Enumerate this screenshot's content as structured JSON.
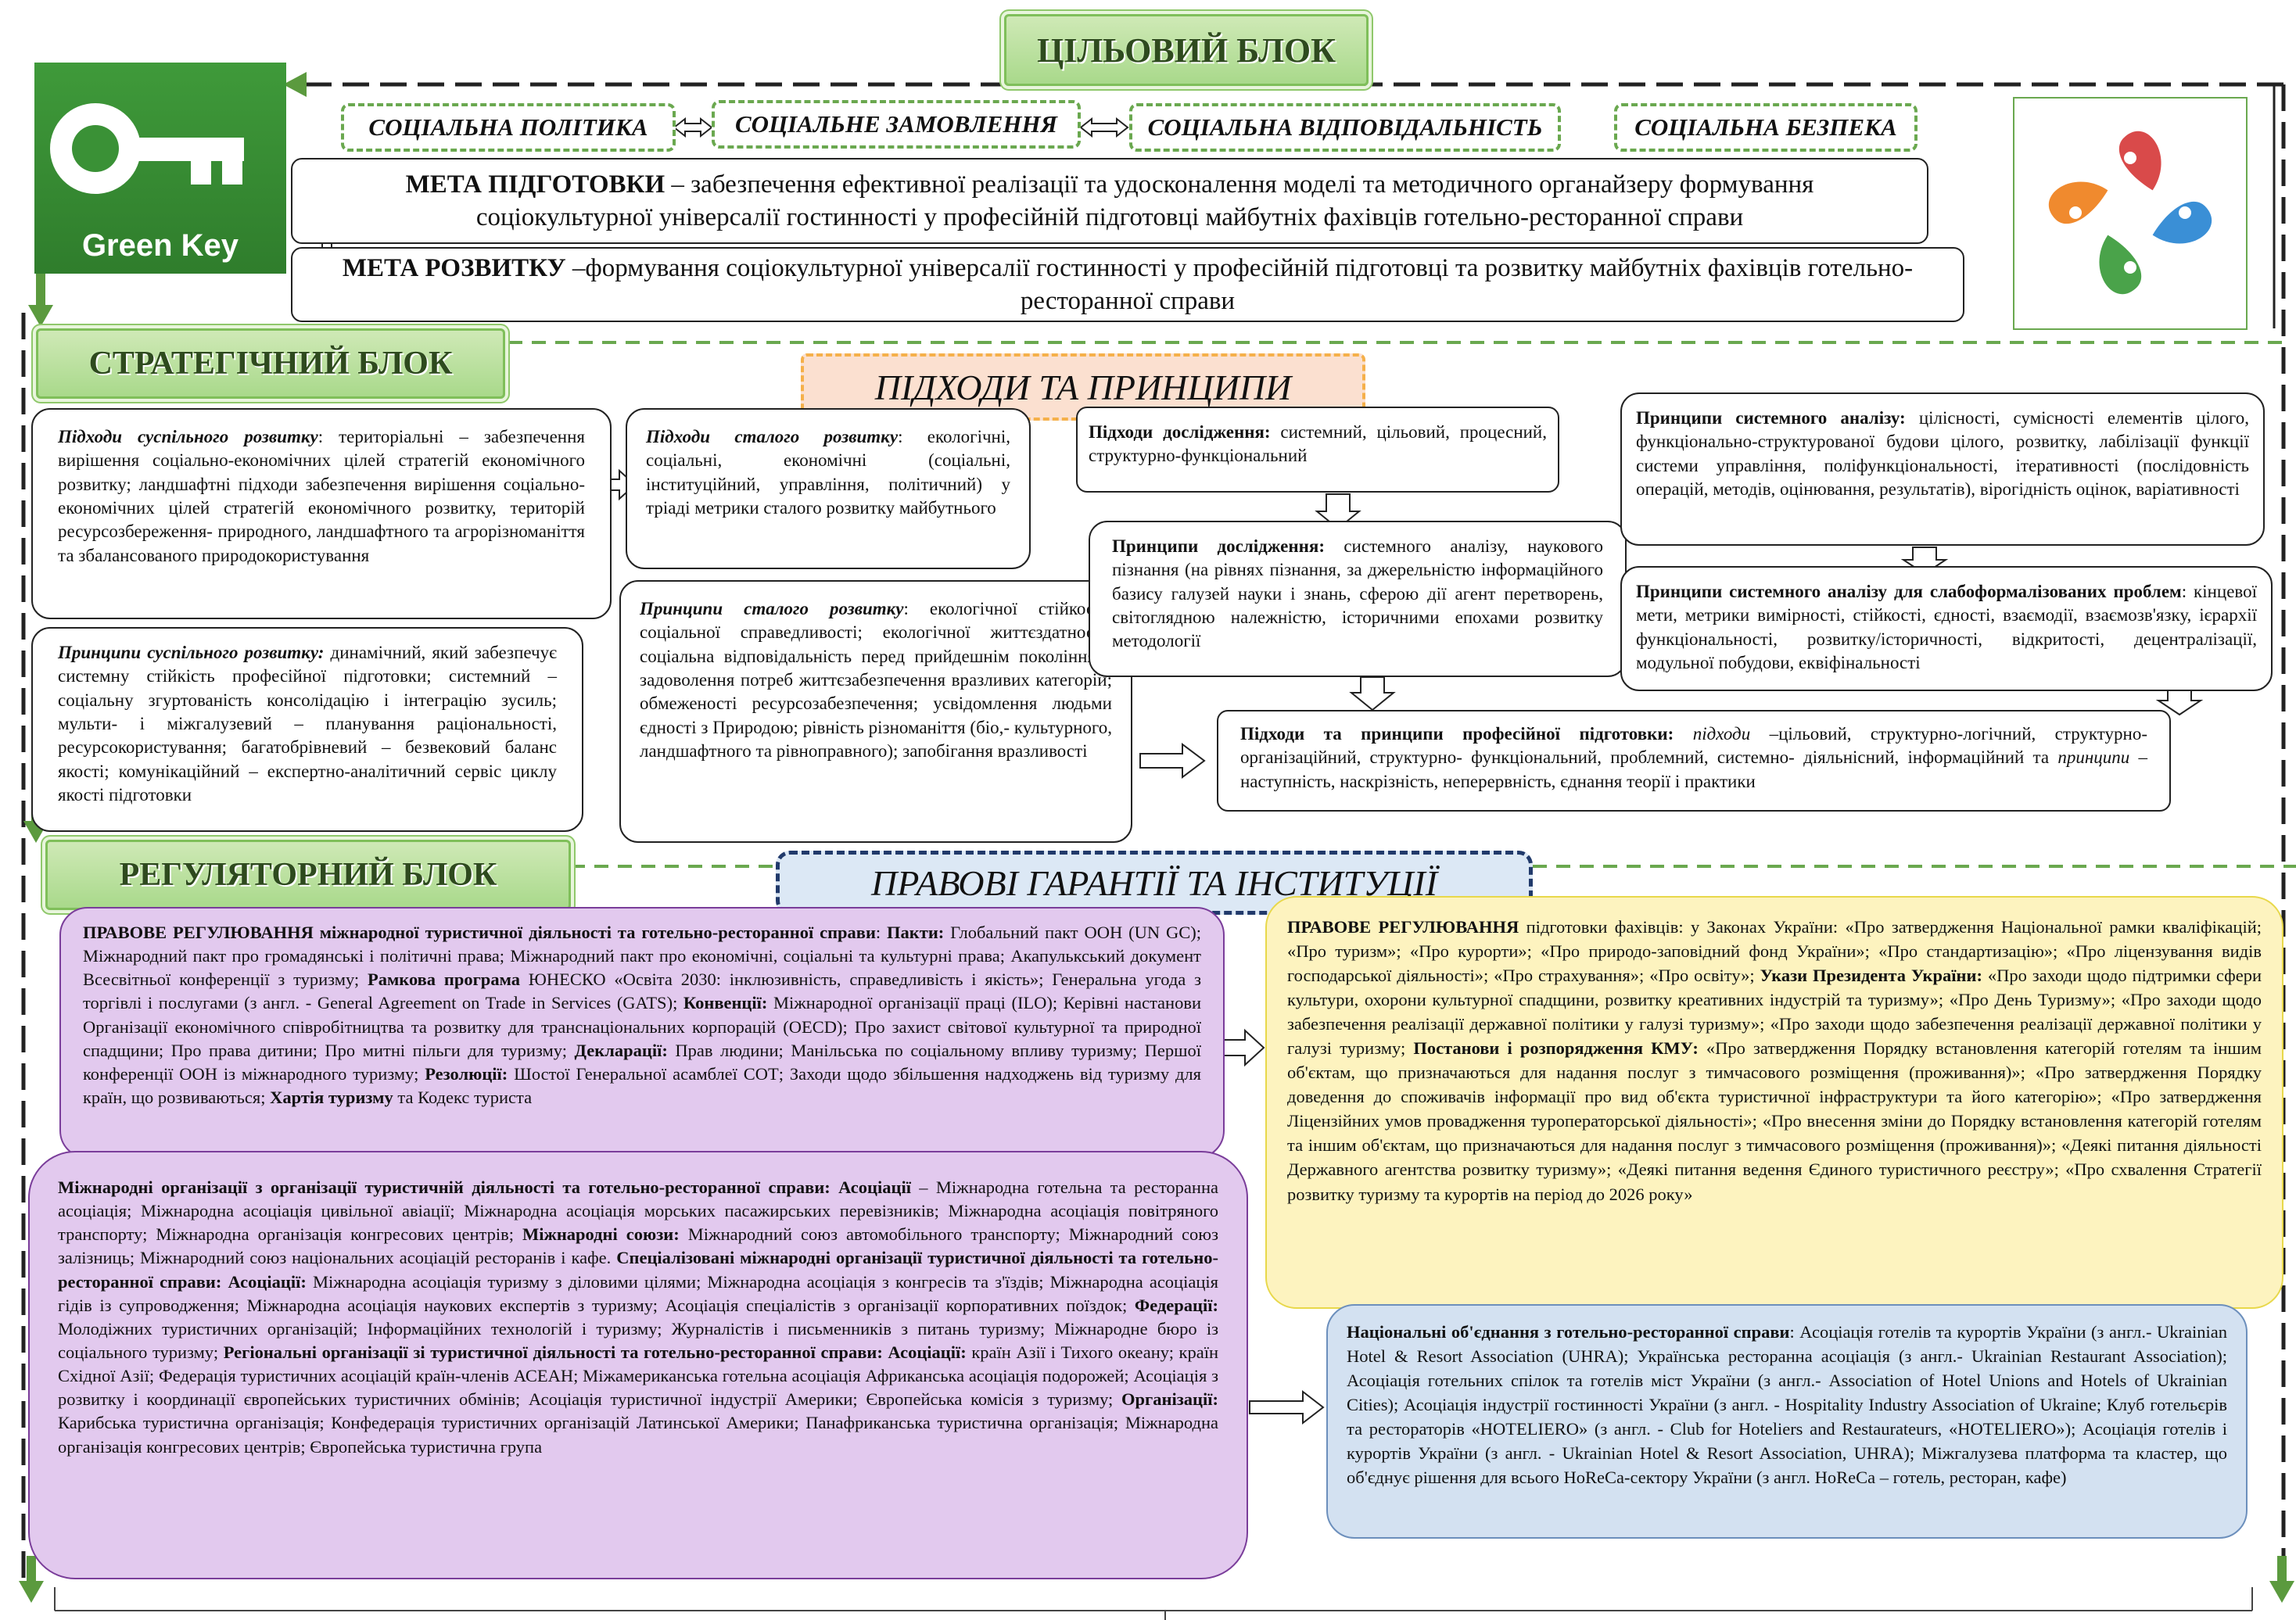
{
  "target_block": {
    "title": "ЦІЛЬОВИЙ БЛОК"
  },
  "logo": {
    "text": "Green Key"
  },
  "social_tags": [
    "СОЦІАЛЬНА ПОЛІТИКА",
    "СОЦІАЛЬНЕ ЗАМОВЛЕННЯ",
    "СОЦІАЛЬНА ВІДПОВІДАЛЬНІСТЬ",
    "СОЦІАЛЬНА БЕЗПЕКА"
  ],
  "goals": {
    "training": {
      "title": "МЕТА ПІДГОТОВКИ",
      "text": " – забезпечення ефективної реалізації та удосконалення моделі та методичного органайзеру формування соціокультурної універсалії гостинності у професійній підготовці майбутніх фахівців готельно-ресторанної справи"
    },
    "development": {
      "title": "МЕТА РОЗВИТКУ",
      "text": " –формування соціокультурної універсалії гостинності у професійній підготовці та розвитку майбутніх фахівців готельно-ресторанної справи"
    }
  },
  "strategic_block": {
    "title": "СТРАТЕГІЧНИЙ БЛОК",
    "approaches_header": "ПІДХОДИ ТА ПРИНЦИПИ",
    "social_dev_approaches": {
      "title": "Підходи суспільного розвитку",
      "text": ": територіальні – забезпечення вирішення соціально-економічних цілей стратегій економічного розвитку; ландшафтні підходи забезпечення вирішення соціально-економічних цілей стратегій економічного розвитку, територій ресурсозбереження- природного, ландшафтного та агрорізноманіття та збалансованого природокористування"
    },
    "social_dev_principles": {
      "title": "Принципи суспільного розвитку:",
      "text": " динамічний, який забезпечує системну стійкість професійної підготовки; системний – соціальну згуртованість консолідацію і інтеграцію зусиль; мульти- і міжгалузевий – планування раціональності, ресурсокористування; багатобрівневий – безвековий баланс якості; комунікаційний – експертно-аналітичний сервіс циклу якості підготовки"
    },
    "sustainable_approaches": {
      "title": "Підходи сталого розвитку",
      "text": ": екологічні, соціальні, економічні (соціальні, інституційний, управління, політичний) у тріаді метрики сталого розвитку майбутнього"
    },
    "sustainable_principles": {
      "title": "Принципи сталого розвитку",
      "text": ": екологічної стійкості; соціальної справедливості; екологічної життєздатності; соціальна відповідальність перед прийдешнім поколінням; задоволення потреб життєзабезпечення вразливих категорій; обмеженості ресурсозабезпечення; усвідомлення людьми єдності з Природою; рівність різноманіття (біо,- культурного, ландшафтного та рівноправного); запобігання вразливості"
    },
    "research_approaches": {
      "title": "Підходи дослідження:",
      "text": " системний, цільовий, процесний, структурно-функціональний"
    },
    "research_principles": {
      "title": "Принципи дослідження:",
      "text": " системного аналізу, наукового пізнання (на рівнях пізнання, за джерельністю інформаційного базису галузей науки і знань, сферою дії агент перетворень, світоглядною належністю, історичними епохами розвитку методології"
    },
    "system_analysis": {
      "title": "Принципи системного аналізу:",
      "text": " цілісності, сумісності елементів цілого, функціонально-структурованої будови цілого, розвитку, лабілізації функції системи управління, поліфункціональності, ітеративності (послідовність операцій, методів, оцінювання, результатів), вірогідність оцінок, варіативності"
    },
    "weak_formalized": {
      "title": "Принципи системного аналізу для слабоформалізованих проблем",
      "text": ": кінцевої мети, метрики вимірності, стійкості, єдності, взаємодії, взаємозв'язку, ієрархії функціональності, розвитку/історичності, відкритості, децентралізації, модульної побудови, еквіфінальності"
    },
    "professional": {
      "title": "Підходи та принципи професійної підготовки:",
      "approaches_label": "підходи",
      "approaches_text": " –цільовий, структурно-логічний, структурно-організаційний, структурно- функціональний, проблемний, системно- діяльнісний, інформаційний та ",
      "principles_label": "принципи",
      "principles_text": " –наступність, наскрізність, неперервність, єднання теорії і практики"
    }
  },
  "regulatory_block": {
    "title": "РЕГУЛЯТОРНИЙ БЛОК",
    "guarantees_header": "ПРАВОВІ ГАРАНТІЇ ТА ІНСТИТУЦІЇ",
    "intl_regulation": {
      "t1": "ПРАВОВЕ РЕГУЛЮВАННЯ міжнародної туристичної діяльності та готельно-ресторанної справи",
      "t2": ": ",
      "t3": "Пакти:",
      "t4": " Глобальний пакт ООН (UN GC); Міжнародний пакт про громадянські і політичні права; Міжнародний пакт про економічні, соціальні та культурні права; Акапулькський документ Всесвітньої конференції з туризму; ",
      "t5": "Рамкова програма",
      "t6": " ЮНЕСКО «Освіта 2030: інклюзивність, справедливість і якість»; Генеральна угода з торгівлі і послугами (з англ. - General Agreement on Trade in Services (GATS); ",
      "t7": "Конвенції:",
      "t8": " Міжнародної організації праці (ILO); Керівні настанови Організації економічного співробітництва та розвитку для транснаціональних корпорацій (OECD); Про захист світової культурної та природної спадщини; Про права дитини; Про митні пільги для туризму; ",
      "t9": "Декларації:",
      "t10": " Прав людини; Манільська по соціальному впливу туризму; Першої конференції ООН із міжнародного туризму; ",
      "t11": "Резолюції:",
      "t12": " Шостої Генеральної асамблеї СОТ; Заходи щодо збільшення надходжень від туризму для країн, що розвиваються; ",
      "t13": "Хартія туризму",
      "t14": " та Кодекс туриста"
    },
    "intl_orgs": {
      "t1": "Міжнародні організації з організації туристичній діяльності та готельно-ресторанної справи: Асоціації",
      "t2": " – Міжнародна готельна та ресторанна асоціація; Міжнародна асоціація цивільної авіації; Міжнародна асоціація морських пасажирських перевізників; Міжнародна асоціація повітряного транспорту; Міжнародна організація конгресових центрів; ",
      "t3": "Міжнародні союзи:",
      "t4": " Міжнародний союз автомобільного транспорту; Міжнародний союз залізниць; Міжнародний союз національних асоціацій ресторанів і кафе. ",
      "t5": "Спеціалізовані міжнародні організації туристичної діяльності та готельно-ресторанної справи: Асоціації:",
      "t6": " Міжнародна асоціація туризму з діловими цілями; Міжнародна асоціація з конгресів та з'їздів; Міжнародна асоціація гідів із супроводження; Міжнародна асоціація наукових експертів з туризму; Асоціація спеціалістів з організації корпоративних поїздок; ",
      "t7": "Федерації:",
      "t8": " Молодіжних туристичних організацій; Інформаційних технологій і туризму; Журналістів і письменників з питань туризму; Міжнародне бюро із соціального туризму; ",
      "t9": "Регіональні організації зі туристичної діяльності та готельно-ресторанної справи: Асоціації:",
      "t10": " країн Азії і Тихого океану; країн Східної Азії; Федерація туристичних асоціацій країн-членів АСЕАН; Міжамериканська готельна асоціація Африканська асоціація подорожей; Асоціація з розвитку і координації європейських туристичних обмінів; Асоціація туристичної індустрії Америки; Європейська комісія з туризму; ",
      "t11": "Організації:",
      "t12": " Карибська туристична організація; Конфедерація туристичних організацій Латинської Америки; Панафриканська туристична організація; Міжнародна організація конгресових центрів; Європейська туристична група"
    },
    "national_regulation": {
      "t1": "ПРАВОВЕ РЕГУЛЮВАННЯ",
      "t2": " підготовки фахівців: у Законах України: «Про затвердження Національної рамки кваліфікацій; «Про туризм»; «Про курорти»; «Про природо-заповідний фонд України»; «Про стандартизацію»; «Про ліцензування видів господарської діяльності»; «Про страхування»; «Про освіту»; ",
      "t3": "Укази Президента України:",
      "t4": " «Про заходи щодо підтримки сфери культури, охорони культурної спадщини, розвитку креативних індустрій та туризму»; «Про День Туризму»; «Про заходи щодо забезпечення реалізації державної політики у галузі туризму»; «Про заходи щодо забезпечення реалізації державної політики у галузі туризму; ",
      "t5": "Постанови і розпорядження КМУ:",
      "t6": " «Про затвердження Порядку встановлення категорій готелям та іншим об'єктам, що призначаються для надання послуг з тимчасового розміщення (проживання)»; «Про затвердження Порядку доведення до споживачів інформації про вид об'єкта туристичної інфраструктури та його категорію»; «Про затвердження Ліцензійних умов провадження туроператорської діяльності»; «Про внесення зміни до Порядку встановлення категорій готелям та іншим об'єктам, що призначаються для надання послуг з тимчасового розміщення (проживання)»; «Деякі питання діяльності Державного агентства розвитку туризму»; «Деякі питання ведення Єдиного туристичного реєстру»; «Про схвалення Стратегії розвитку туризму та курортів на період до 2026 року»"
    },
    "national_assoc": {
      "t1": "Національні об'єднання з готельно-ресторанної справи",
      "t2": ": Асоціація готелів та курортів України (з англ.- Ukrainian Hotel & Resort Association (UHRA); Українська ресторанна асоціація (з англ.- Ukrainian Restaurant Association); Асоціація готельних спілок та готелів міст України (з англ.- Association of Hotel Unions and Hotels of Ukrainian Cities); Асоціація індустрії гостинності України (з англ. - Hospitality Industry Association of Ukraine; Клуб готельєрів та рестораторів «HOTELIERO» (з англ. - Club for Hoteliers and Restaurateurs, «HOTELIERO»); Асоціація готелів і курортів України (з англ. - Ukrainian Hotel & Resort Association, UHRA); Міжгалузева платформа та кластер, що об'єднує рішення для всього HoReCa-сектору України (з англ. HoReCa – готель, ресторан, кафе)"
    }
  },
  "colors": {
    "green_accent": "#6aa84f",
    "purple_fill": "#e2c9ee",
    "yellow_fill": "#fdf3bf",
    "blue_fill": "#d3e1f1",
    "header_peach": "#fbe0d0",
    "header_blue": "#dce8f5"
  }
}
